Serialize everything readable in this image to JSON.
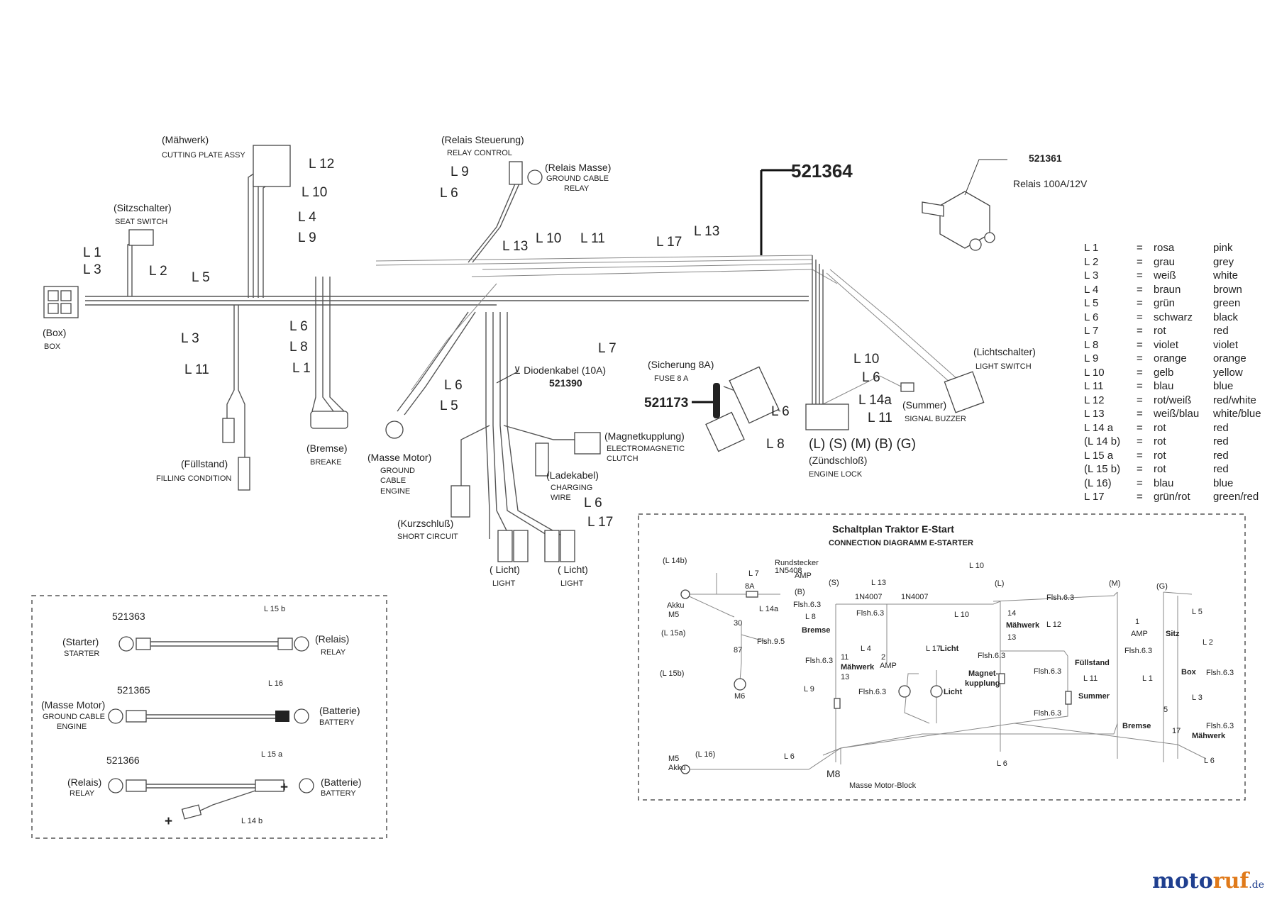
{
  "part_numbers": {
    "main_harness": "521364",
    "relay": "521361",
    "fuse": "521173",
    "diode_cable_no": "521390",
    "cable_starter_relay": "521363",
    "cable_ground_battery": "521365",
    "cable_relay_battery": "521366"
  },
  "relay_label": "Relais 100A/12V",
  "components": {
    "maehwerk_de": "(Mähwerk)",
    "maehwerk_en": "CUTTING PLATE ASSY",
    "relais_steuerung_de": "(Relais Steuerung)",
    "relais_steuerung_en": "RELAY CONTROL",
    "relais_masse_de": "(Relais Masse)",
    "relais_masse_en1": "GROUND CABLE",
    "relais_masse_en2": "RELAY",
    "sitzschalter_de": "(Sitzschalter)",
    "sitzschalter_en": "SEAT SWITCH",
    "box_de": "(Box)",
    "box_en": "BOX",
    "fuellstand_de": "(Füllstand)",
    "fuellstand_en": "FILLING CONDITION",
    "bremse_de": "(Bremse)",
    "bremse_en": "BREAKE",
    "masse_motor_de": "(Masse Motor)",
    "masse_motor_en1": "GROUND",
    "masse_motor_en2": "CABLE",
    "masse_motor_en3": "ENGINE",
    "diodenkabel": "Diodenkabel (10A)",
    "magnetkupplung_de": "(Magnetkupplung)",
    "magnetkupplung_en1": "ELECTROMAGNETIC",
    "magnetkupplung_en2": "CLUTCH",
    "ladekabel_de": "(Ladekabel)",
    "ladekabel_en1": "CHARGING",
    "ladekabel_en2": "WIRE",
    "kurzschluss_de": "(Kurzschluß)",
    "kurzschluss_en": "SHORT CIRCUIT",
    "licht1_de": "( Licht)",
    "licht1_en": "LIGHT",
    "licht2_de": "( Licht)",
    "licht2_en": "LIGHT",
    "sicherung_de": "(Sicherung 8A)",
    "sicherung_en": "FUSE 8 A",
    "zuendschloss_pins": "(L) (S) (M) (B) (G)",
    "zuendschloss_de": "(Zündschloß)",
    "zuendschloss_en": "ENGINE LOCK",
    "summer_de": "(Summer)",
    "summer_en": "SIGNAL BUZZER",
    "lichtschalter_de": "(Lichtschalter)",
    "lichtschalter_en": "LIGHT SWITCH"
  },
  "wire_labels": {
    "l12": "L 12",
    "l10a": "L 10",
    "l4": "L 4",
    "l9a": "L 9",
    "l9b": "L 9",
    "l6a": "L 6",
    "l1": "L 1",
    "l3": "L 3",
    "l2": "L 2",
    "l5": "L 5",
    "l13a": "L 13",
    "l10b": "L 10",
    "l11a": "L 11",
    "l17a": "L 17",
    "l13b": "L 13",
    "l3b": "L 3",
    "l11b": "L 11",
    "l6b": "L 6",
    "l8a": "L 8",
    "l1b": "L 1",
    "l7": "L 7",
    "l6c": "L 6",
    "l5b": "L 5",
    "l6d": "L 6",
    "l17b": "L 17",
    "l10c": "L 10",
    "l6e": "L 6",
    "l14a": "L 14a",
    "l11c": "L 11",
    "l6f": "L 6",
    "l8b": "L 8"
  },
  "color_legend": [
    {
      "code": "L 1",
      "de": "rosa",
      "en": "pink"
    },
    {
      "code": "L 2",
      "de": "grau",
      "en": "grey"
    },
    {
      "code": "L 3",
      "de": "weiß",
      "en": "white"
    },
    {
      "code": "L 4",
      "de": "braun",
      "en": "brown"
    },
    {
      "code": "L 5",
      "de": "grün",
      "en": "green"
    },
    {
      "code": "L 6",
      "de": "schwarz",
      "en": "black"
    },
    {
      "code": "L 7",
      "de": "rot",
      "en": "red"
    },
    {
      "code": "L 8",
      "de": "violet",
      "en": "violet"
    },
    {
      "code": "L 9",
      "de": "orange",
      "en": "orange"
    },
    {
      "code": "L 10",
      "de": "gelb",
      "en": "yellow"
    },
    {
      "code": "L 11",
      "de": "blau",
      "en": "blue"
    },
    {
      "code": "L 12",
      "de": "rot/weiß",
      "en": "red/white"
    },
    {
      "code": "L 13",
      "de": "weiß/blau",
      "en": "white/blue"
    },
    {
      "code": "L 14 a",
      "de": "rot",
      "en": "red"
    },
    {
      "code": "(L 14 b)",
      "de": "rot",
      "en": "red"
    },
    {
      "code": "L 15 a",
      "de": "rot",
      "en": "red"
    },
    {
      "code": "(L 15 b)",
      "de": "rot",
      "en": "red"
    },
    {
      "code": "(L 16)",
      "de": "blau",
      "en": "blue"
    },
    {
      "code": "L 17",
      "de": "grün/rot",
      "en": "green/red"
    }
  ],
  "legend_equals": "=",
  "cables_box": {
    "c1_part": "521363",
    "c1_wire": "L 15 b",
    "c1_left_de": "(Starter)",
    "c1_left_en": "STARTER",
    "c1_right_de": "(Relais)",
    "c1_right_en": "RELAY",
    "c2_part": "521365",
    "c2_wire": "L 16",
    "c2_left_de": "(Masse Motor)",
    "c2_left_en1": "GROUND CABLE",
    "c2_left_en2": "ENGINE",
    "c2_right_de": "(Batterie)",
    "c2_right_en": "BATTERY",
    "c3_part": "521366",
    "c3_wire": "L 15 a",
    "c3_wire2": "L 14 b",
    "c3_left_de": "(Relais)",
    "c3_left_en": "RELAY",
    "c3_right_de": "(Batterie)",
    "c3_right_en": "BATTERY",
    "plus": "+",
    "minus": "−"
  },
  "schematic": {
    "title": "Schaltplan Traktor E-Start",
    "subtitle": "CONNECTION DIAGRAMM E-STARTER",
    "l14b": "(L 14b)",
    "akku_top": "Akku",
    "m5_top": "M5",
    "l15a": "(L 15a)",
    "l15b": "(L 15b)",
    "m6": "M6",
    "l7": "L 7",
    "fuse8a": "8A",
    "rundstecker": "Rundstecker",
    "diode1": "1N5408",
    "amp1": "AMP",
    "b": "(B)",
    "l14a": "L 14a",
    "flsh63a": "Flsh.6.3",
    "n30": "30",
    "n87": "87",
    "flsh95": "Flsh.9.5",
    "s": "(S)",
    "l8": "L 8",
    "bremse1": "Bremse",
    "flsh63b": "Flsh.6.3",
    "l13": "L 13",
    "d2": "1N4007",
    "d3": "1N4007",
    "l4": "L 4",
    "amp2": "AMP",
    "n2": "2",
    "flsh63c": "Flsh.6.3",
    "n11": "11",
    "maehwerk1": "Mähwerk",
    "n13a": "13",
    "l9": "L 9",
    "flsh63d": "Flsh.6.3",
    "l10": "L 10",
    "l10b": "L 10",
    "l": "(L)",
    "flsh63e": "Flsh.6.3",
    "m": "(M)",
    "n14": "14",
    "maehwerk2": "Mähwerk",
    "n13b": "13",
    "l12": "L 12",
    "l17": "L 17",
    "licht1": "Licht",
    "licht2": "Licht",
    "magnet1": "Magnet-",
    "magnet2": "kupplung",
    "flsh63f": "Flsh.6.3",
    "fuellstand": "Füllstand",
    "flsh63g": "Flsh.6.3",
    "l11": "L 11",
    "summer": "Summer",
    "flsh63h": "Flsh.6.3",
    "g": "(G)",
    "l5": "L 5",
    "n1": "1",
    "amp3": "AMP",
    "sitz": "Sitz",
    "flsh63i": "Flsh.6.3",
    "l2": "L 2",
    "l1": "L 1",
    "box": "Box",
    "flsh63j": "Flsh.6.3",
    "l3": "L 3",
    "n5": "5",
    "bremse2": "Bremse",
    "flsh63k": "Flsh.6.3",
    "n17": "17",
    "maehwerk3": "Mähwerk",
    "l6a": "L 6",
    "l6b": "L 6",
    "l6c": "L 6",
    "m5_bot": "M5",
    "akku_bot": "Akku",
    "l16": "(L 16)",
    "m8": "M8",
    "masse_motor_block": "Masse Motor-Block"
  },
  "brand": {
    "part1": "moto",
    "part2": "ruf",
    "tld": ".de"
  }
}
